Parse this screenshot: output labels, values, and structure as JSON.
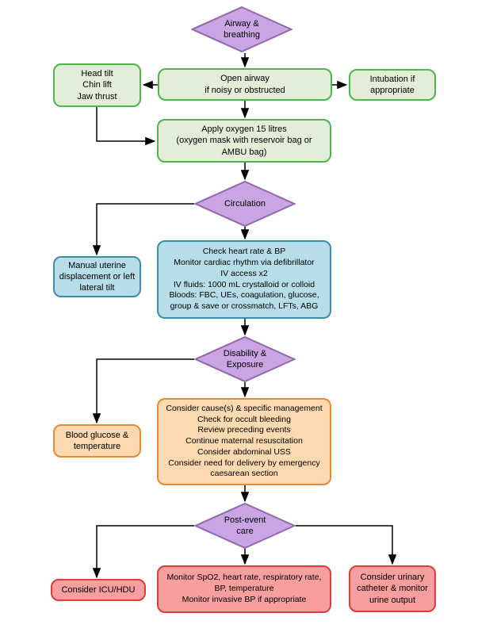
{
  "palette": {
    "purple_fill": "#c9a5e4",
    "purple_border": "#9166ab",
    "green_fill": "#e3eed8",
    "green_border": "#4fb54d",
    "blue_fill": "#b7dde9",
    "blue_border": "#3c8ea8",
    "orange_fill": "#fcd9b0",
    "orange_border": "#e58b32",
    "pink_fill": "#f79f9f",
    "pink_border": "#dd3c3c",
    "connector_line": "#000000"
  },
  "nodes": {
    "airway_breathing": {
      "label": "Airway &\nbreathing"
    },
    "open_airway": {
      "label": "Open airway\nif noisy or obstructed"
    },
    "head_tilt": {
      "label": "Head tilt\nChin lift\nJaw thrust"
    },
    "intubation": {
      "label": "Intubation if\nappropriate"
    },
    "apply_oxygen": {
      "label": "Apply oxygen 15 litres\n(oxygen mask with reservoir bag or\nAMBU bag)"
    },
    "circulation": {
      "label": "Circulation"
    },
    "manual_uterine": {
      "label": "Manual uterine\ndisplacement or left\nlateral tilt"
    },
    "check_heart": {
      "label": "Check heart rate & BP\nMonitor cardiac rhythm via defibrillator\nIV access x2\nIV fluids: 1000 mL crystalloid or colloid\nBloods: FBC, UEs, coagulation, glucose,\ngroup & save or crossmatch, LFTs, ABG"
    },
    "disability_exposure": {
      "label": "Disability &\nExposure"
    },
    "blood_glucose": {
      "label": "Blood glucose &\ntemperature"
    },
    "consider_causes": {
      "label": "Consider cause(s) & specific management\nCheck for occult bleeding\nReview preceding events\nContinue maternal resuscitation\nConsider abdominal USS\nConsider need for delivery by emergency\ncaesarean section"
    },
    "post_event_care": {
      "label": "Post-event\ncare"
    },
    "consider_icu": {
      "label": "Consider ICU/HDU"
    },
    "monitor_spo2": {
      "label": "Monitor SpO2, heart rate, respiratory rate,\nBP, temperature\nMonitor invasive BP if appropriate"
    },
    "urinary_catheter": {
      "label": "Consider urinary\ncatheter & monitor\nurine output"
    }
  }
}
